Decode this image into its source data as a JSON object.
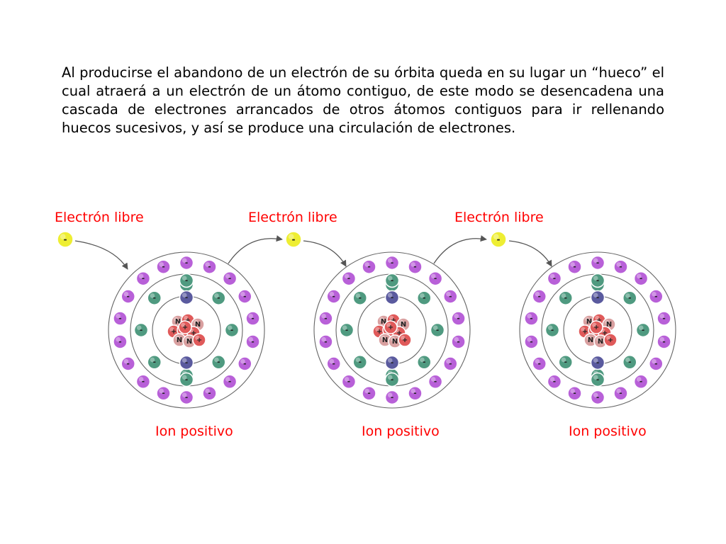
{
  "paragraph": "Al producirse el abandono de un electrón de su órbita queda en su lugar un “hueco” el cual atraerá a un electrón de un átomo contiguo, de este modo se desencadena una cascada de electrones arrancados de otros átomos contiguos para ir rellenando huecos sucesivos, y así se produce una circulación de electrones.",
  "free_electron_labels": [
    "Electrón libre",
    "Electrón libre",
    "Electrón libre"
  ],
  "ion_labels": [
    "Ion positivo",
    "Ion positivo",
    "Ion positivo"
  ],
  "particle_symbols": {
    "electron": "-",
    "proton": "+",
    "neutron": "N"
  },
  "colors": {
    "label_text": "#ff0000",
    "free_electron": "#eeee33",
    "outer_shell_electron": "#b860d8",
    "middle_shell_electron": "#4f9a80",
    "inner_shell_electron": "#5a5a9e",
    "proton": "#e05a5a",
    "neutron": "#d9a0a0",
    "orbit_line": "#666666"
  }
}
